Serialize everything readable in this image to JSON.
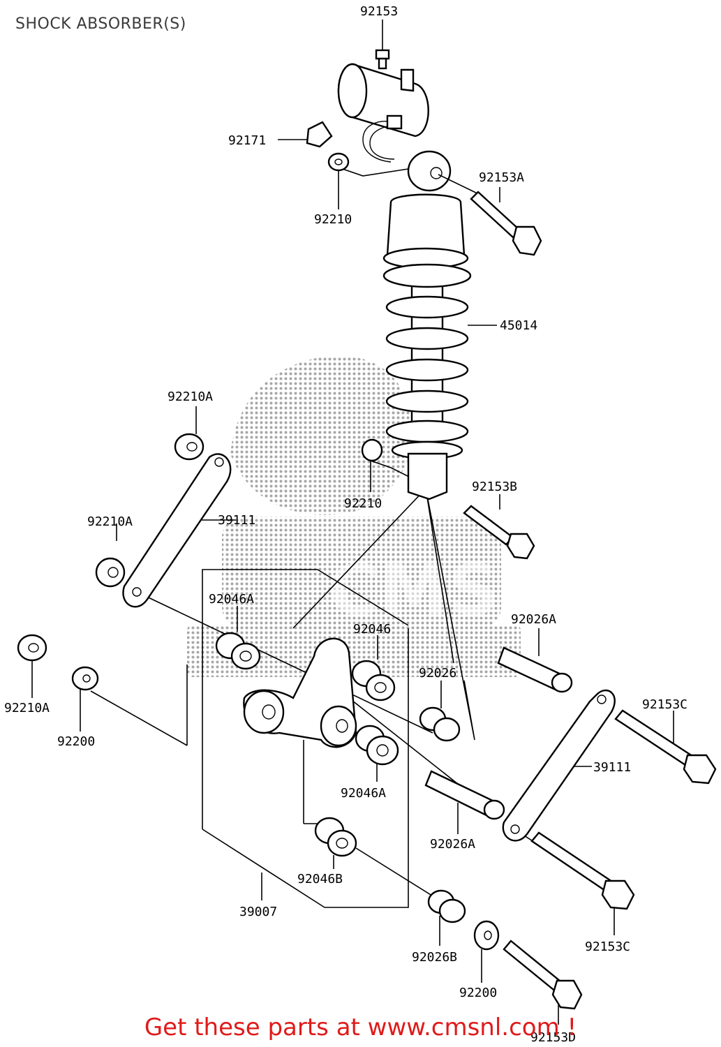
{
  "title": "SHOCK ABSORBER(S)",
  "footer": "Get these parts at www.cmsnl.com !",
  "colors": {
    "footer_text": "#e01a1a",
    "watermark": "#8a8a8a"
  },
  "labels": [
    {
      "id": "l01",
      "text": "92153"
    },
    {
      "id": "l02",
      "text": "92171"
    },
    {
      "id": "l03",
      "text": "92153A"
    },
    {
      "id": "l04",
      "text": "92210"
    },
    {
      "id": "l05",
      "text": "45014"
    },
    {
      "id": "l06",
      "text": "92210A"
    },
    {
      "id": "l07",
      "text": "92210"
    },
    {
      "id": "l08",
      "text": "92153B"
    },
    {
      "id": "l09",
      "text": "92210A"
    },
    {
      "id": "l10",
      "text": "39111"
    },
    {
      "id": "l11",
      "text": "92046A"
    },
    {
      "id": "l12",
      "text": "92046"
    },
    {
      "id": "l13",
      "text": "92026A"
    },
    {
      "id": "l14",
      "text": "92026"
    },
    {
      "id": "l15",
      "text": "92210A"
    },
    {
      "id": "l16",
      "text": "92200"
    },
    {
      "id": "l17",
      "text": "92153C"
    },
    {
      "id": "l18",
      "text": "39111"
    },
    {
      "id": "l19",
      "text": "92046A"
    },
    {
      "id": "l20",
      "text": "92026A"
    },
    {
      "id": "l21",
      "text": "92046B"
    },
    {
      "id": "l22",
      "text": "39007"
    },
    {
      "id": "l23",
      "text": "92026B"
    },
    {
      "id": "l24",
      "text": "92153C"
    },
    {
      "id": "l25",
      "text": "92200"
    },
    {
      "id": "l26",
      "text": "92153D"
    }
  ]
}
